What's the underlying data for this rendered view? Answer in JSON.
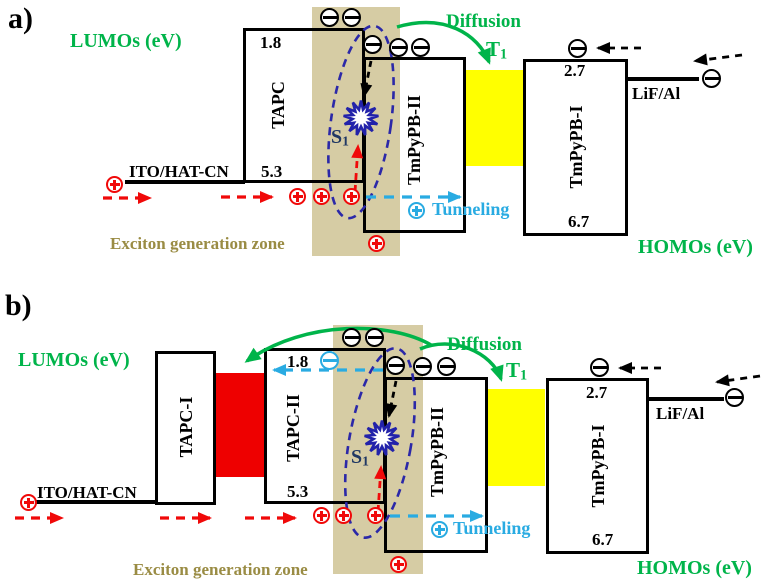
{
  "icons": {
    "electron": "circled-minus",
    "hole": "circled-plus"
  },
  "colors": {
    "zone_fill": "#d6cca4",
    "zone_text": "#9a8c44",
    "green_accent": "#00b44a",
    "cyan_accent": "#29abe2",
    "red_accent": "#f00909",
    "red_interlayer": "#ee0000",
    "emission_yellow": "#ffff00",
    "exciton_navy": "#2b28a8",
    "s1_navy": "#203864"
  },
  "panel_a": {
    "label": "a)",
    "lumo_axis_label": "LUMOs (eV)",
    "homo_axis_label": "HOMOs (eV)",
    "anode_label": "ITO/HAT-CN",
    "cathode_label": "LiF/Al",
    "exciton_zone_label": "Exciton generation zone",
    "diffusion_label": "Diffusion",
    "t1_label": "T",
    "t1_sub": "1",
    "s1_label": "S",
    "s1_sub": "1",
    "tunneling_label": "Tunneling",
    "layers": {
      "tapc": {
        "name": "TAPC",
        "lumo": "1.8",
        "homo": "5.3"
      },
      "tmpypb2": {
        "name": "TmPyPB-II"
      },
      "tmpypb1": {
        "name": "TmPyPB-I",
        "lumo": "2.7",
        "homo": "6.7"
      }
    }
  },
  "panel_b": {
    "label": "b)",
    "lumo_axis_label": "LUMOs (eV)",
    "homo_axis_label": "HOMOs (eV)",
    "anode_label": "ITO/HAT-CN",
    "cathode_label": "LiF/Al",
    "exciton_zone_label": "Exciton generation zone",
    "diffusion_label": "Diffusion",
    "t1_label": "T",
    "t1_sub": "1",
    "s1_label": "S",
    "s1_sub": "1",
    "tunneling_label": "Tunneling",
    "layers": {
      "tapc1": {
        "name": "TAPC-I"
      },
      "tapc2": {
        "name": "TAPC-II",
        "lumo": "1.8",
        "homo": "5.3"
      },
      "tmpypb2": {
        "name": "TmPyPB-II"
      },
      "tmpypb1": {
        "name": "TmPyPB-I",
        "lumo": "2.7",
        "homo": "6.7"
      }
    }
  }
}
